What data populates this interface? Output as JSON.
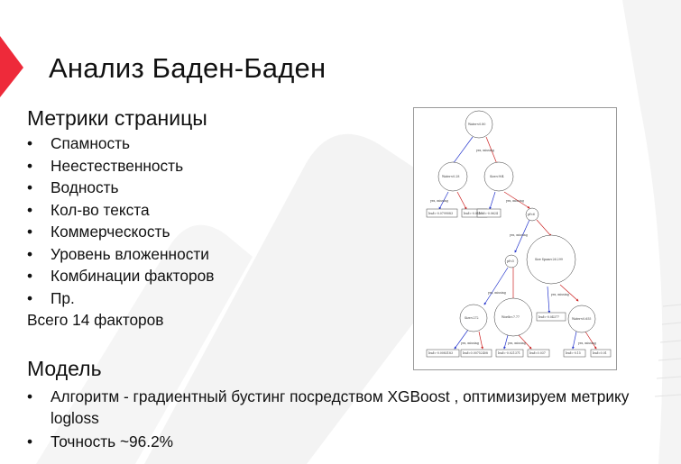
{
  "slide": {
    "title": "Анализ Баден-Баден",
    "metrics_heading": "Метрики страницы",
    "metrics": [
      "Спамность",
      "Неестественность",
      "Водность",
      "Кол-во текста",
      "Коммерческость",
      "Уровень вложенности",
      "Комбинации факторов",
      "Пр."
    ],
    "total_factors": "Всего 14 факторов",
    "model_heading": "Модель",
    "model_points": [
      "Алгоритм - градиентный бустинг посредством XGBoost , оптимизируем метрику logloss",
      "Точность ~96.2%"
    ]
  },
  "colors": {
    "accent_red": "#ee2a3a",
    "edge_blue": "#2233cc",
    "edge_red": "#cc2222",
    "watermark_gray": "#f1f1f1"
  },
  "tree": {
    "nodes": [
      "Water<0.80",
      "Water<0.28",
      "Size<904",
      "pf<6",
      "pf<5",
      "Size Spam<26.299",
      "Size<272",
      "Words<7.77",
      "Water<0.655"
    ],
    "leaves": [
      "leaf=-0.0799083",
      "leaf=-0.0417",
      "leaf=-0.0624",
      "leaf=-0.04377",
      "leaf=-0.0083183",
      "leaf=0.00752408",
      "leaf=-0.021371",
      "leaf=0.037",
      "leaf=-0.15",
      "leaf=0.01"
    ],
    "edge_labels": {
      "yes": "yes, missing",
      "no": "no"
    }
  }
}
